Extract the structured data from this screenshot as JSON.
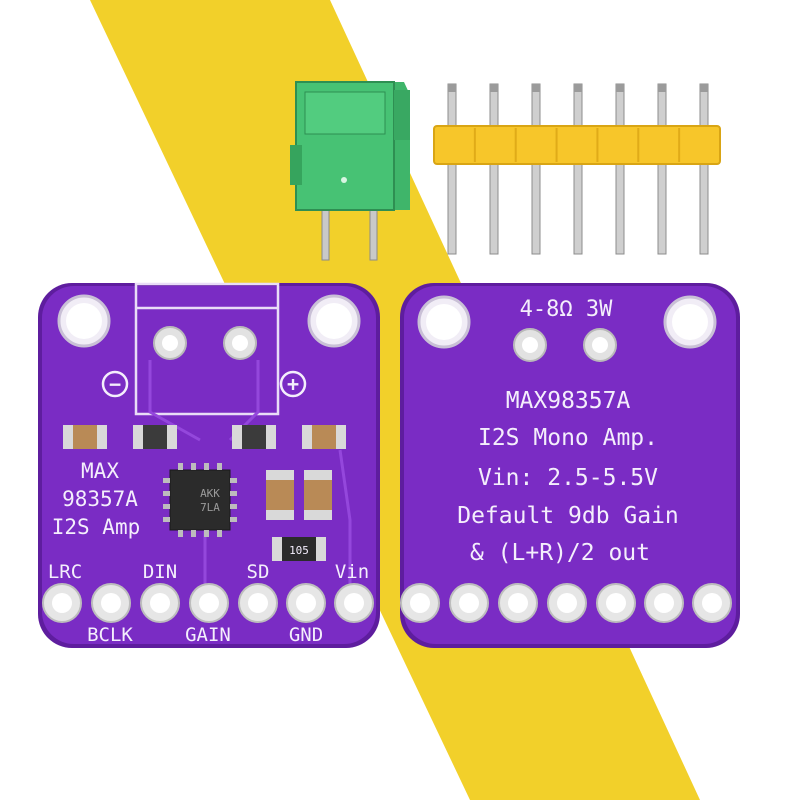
{
  "colors": {
    "background": "#ffffff",
    "stripe": "#f2d02a",
    "pcb": "#7a2cc4",
    "pcb_edge": "#5e1d9e",
    "silkscreen": "#f4eefc",
    "terminal": "#3fb56a",
    "header_plastic": "#f7c62a",
    "pin_metal": "#c9c9c9"
  },
  "front_board": {
    "title": [
      "MAX",
      "98357A",
      "I2S Amp"
    ],
    "polarity_minus": "−",
    "polarity_plus": "+",
    "chip_marking": [
      "AKK",
      "7LA"
    ],
    "resistor_marking": "105",
    "pins_top": [
      "LRC",
      "DIN",
      "SD",
      "Vin"
    ],
    "pins_bottom": [
      "BCLK",
      "GAIN",
      "GND"
    ]
  },
  "back_board": {
    "speaker_spec": "4-8Ω 3W",
    "lines": [
      "MAX98357A",
      "I2S Mono Amp.",
      "Vin: 2.5-5.5V",
      "Default 9db Gain",
      "& (L+R)/2 out"
    ]
  },
  "accessories": {
    "terminal_block": "2-pin screw terminal",
    "pin_header": "7-pin header"
  }
}
